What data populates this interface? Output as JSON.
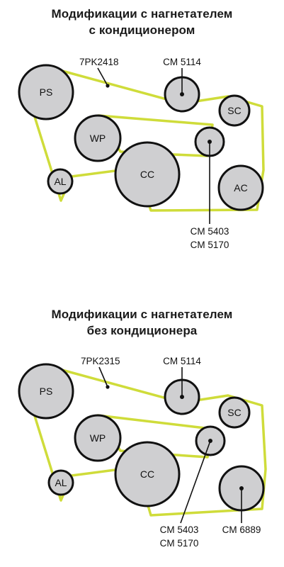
{
  "section1": {
    "title_line1": "Модификации с нагнетателем",
    "title_line2": "с кондиционером",
    "belt_label": "7PK2418",
    "label_cm5114": "CM 5114",
    "label_cm5403": "CM 5403",
    "label_cm5170": "CM 5170",
    "pulleys": {
      "ps": "PS",
      "wp": "WP",
      "al": "AL",
      "cc": "CC",
      "sc": "SC",
      "ac": "AC"
    }
  },
  "section2": {
    "title_line1": "Модификации с нагнетателем",
    "title_line2": "без кондиционера",
    "belt_label": "7PK2315",
    "label_cm5114": "CM 5114",
    "label_cm5403": "CM 5403",
    "label_cm5170": "CM 5170",
    "label_cm6889": "CM 6889",
    "pulleys": {
      "ps": "PS",
      "wp": "WP",
      "al": "AL",
      "cc": "CC",
      "sc": "SC"
    }
  },
  "colors": {
    "belt": "#cfdc3a",
    "pulley_fill": "#cfcfd1",
    "outline": "#111111"
  }
}
